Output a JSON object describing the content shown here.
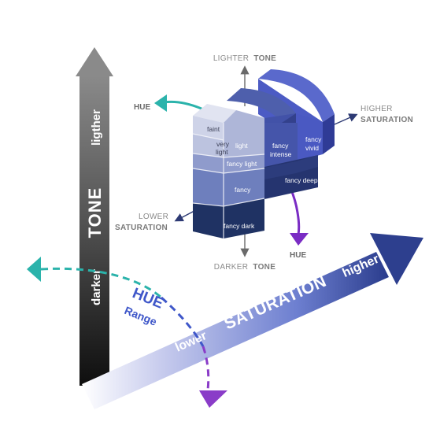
{
  "axes": {
    "tone": {
      "title": "TONE",
      "high": "ligther",
      "low": "darker"
    },
    "saturation": {
      "title": "SATURATION",
      "low": "lower",
      "high": "higher"
    },
    "hue": {
      "title": "HUE",
      "sub": "Range"
    }
  },
  "compass": {
    "top_prefix": "LIGHTER",
    "top_strong": "TONE",
    "bottom_prefix": "DARKER",
    "bottom_strong": "TONE",
    "right_line1": "HIGHER",
    "right_line2": "SATURATION",
    "left_line1": "LOWER",
    "left_line2": "SATURATION",
    "hue_top": "HUE",
    "hue_bottom": "HUE"
  },
  "cells": {
    "faint": "faint",
    "very_light_1": "very",
    "very_light_2": "light",
    "light": "light",
    "fancy_light": "fancy light",
    "fancy": "fancy",
    "fancy_dark": "fancy dark",
    "fancy_intense_1": "fancy",
    "fancy_intense_2": "intense",
    "fancy_vivid_1": "fancy",
    "fancy_vivid_2": "vivid",
    "fancy_deep": "fancy deep"
  },
  "colors": {
    "tone_top": "#7f7f7f",
    "tone_bottom": "#111111",
    "saturation_start": "#eef0fb",
    "saturation_end": "#2c3e8f",
    "hue_teal": "#2bb3ab",
    "hue_purple": "#8a3cc8",
    "hue_blue": "#3f57c9"
  }
}
